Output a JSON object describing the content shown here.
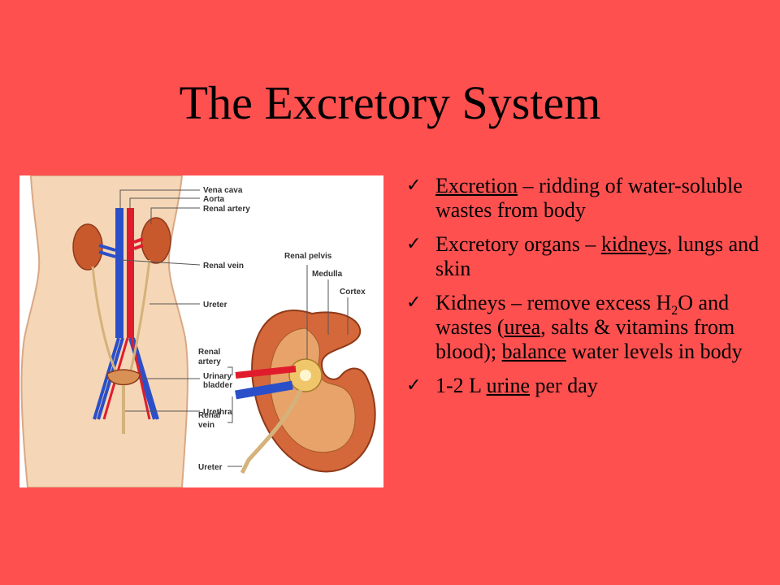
{
  "slide": {
    "title": "The Excretory System"
  },
  "figure": {
    "labels": {
      "vena_cava": "Vena cava",
      "aorta": "Aorta",
      "renal_artery": "Renal artery",
      "renal_vein": "Renal vein",
      "ureter": "Ureter",
      "urinary": "Urinary",
      "bladder": "bladder",
      "urethra": "Urethra",
      "renal_pelvis": "Renal pelvis",
      "medulla": "Medulla",
      "cortex": "Cortex",
      "renal2": "Renal",
      "artery2": "artery",
      "renal3": "Renal",
      "vein3": "vein",
      "ureter2": "Ureter"
    }
  },
  "bullets": {
    "b1": {
      "term": "Excretion",
      "rest": " – ridding of water-soluble wastes from body"
    },
    "b2": {
      "before": "Excretory organs – ",
      "term": "kidneys",
      "rest": ", lungs and skin"
    },
    "b3": {
      "p1": "Kidneys – remove excess H",
      "sub": "2",
      "p2": "O and wastes (",
      "term1": "urea",
      "p3": ", salts & vitamins from blood); ",
      "term2": "balance",
      "p4": " water levels in body"
    },
    "b4": {
      "before": "1-2 L ",
      "term": "urine",
      "rest": " per day"
    }
  },
  "colors": {
    "background": "#ff5050",
    "artery": "#e01c2c",
    "vein": "#2a4fc9",
    "kidney": "#c8592d",
    "skin": "#f4d4b4"
  }
}
